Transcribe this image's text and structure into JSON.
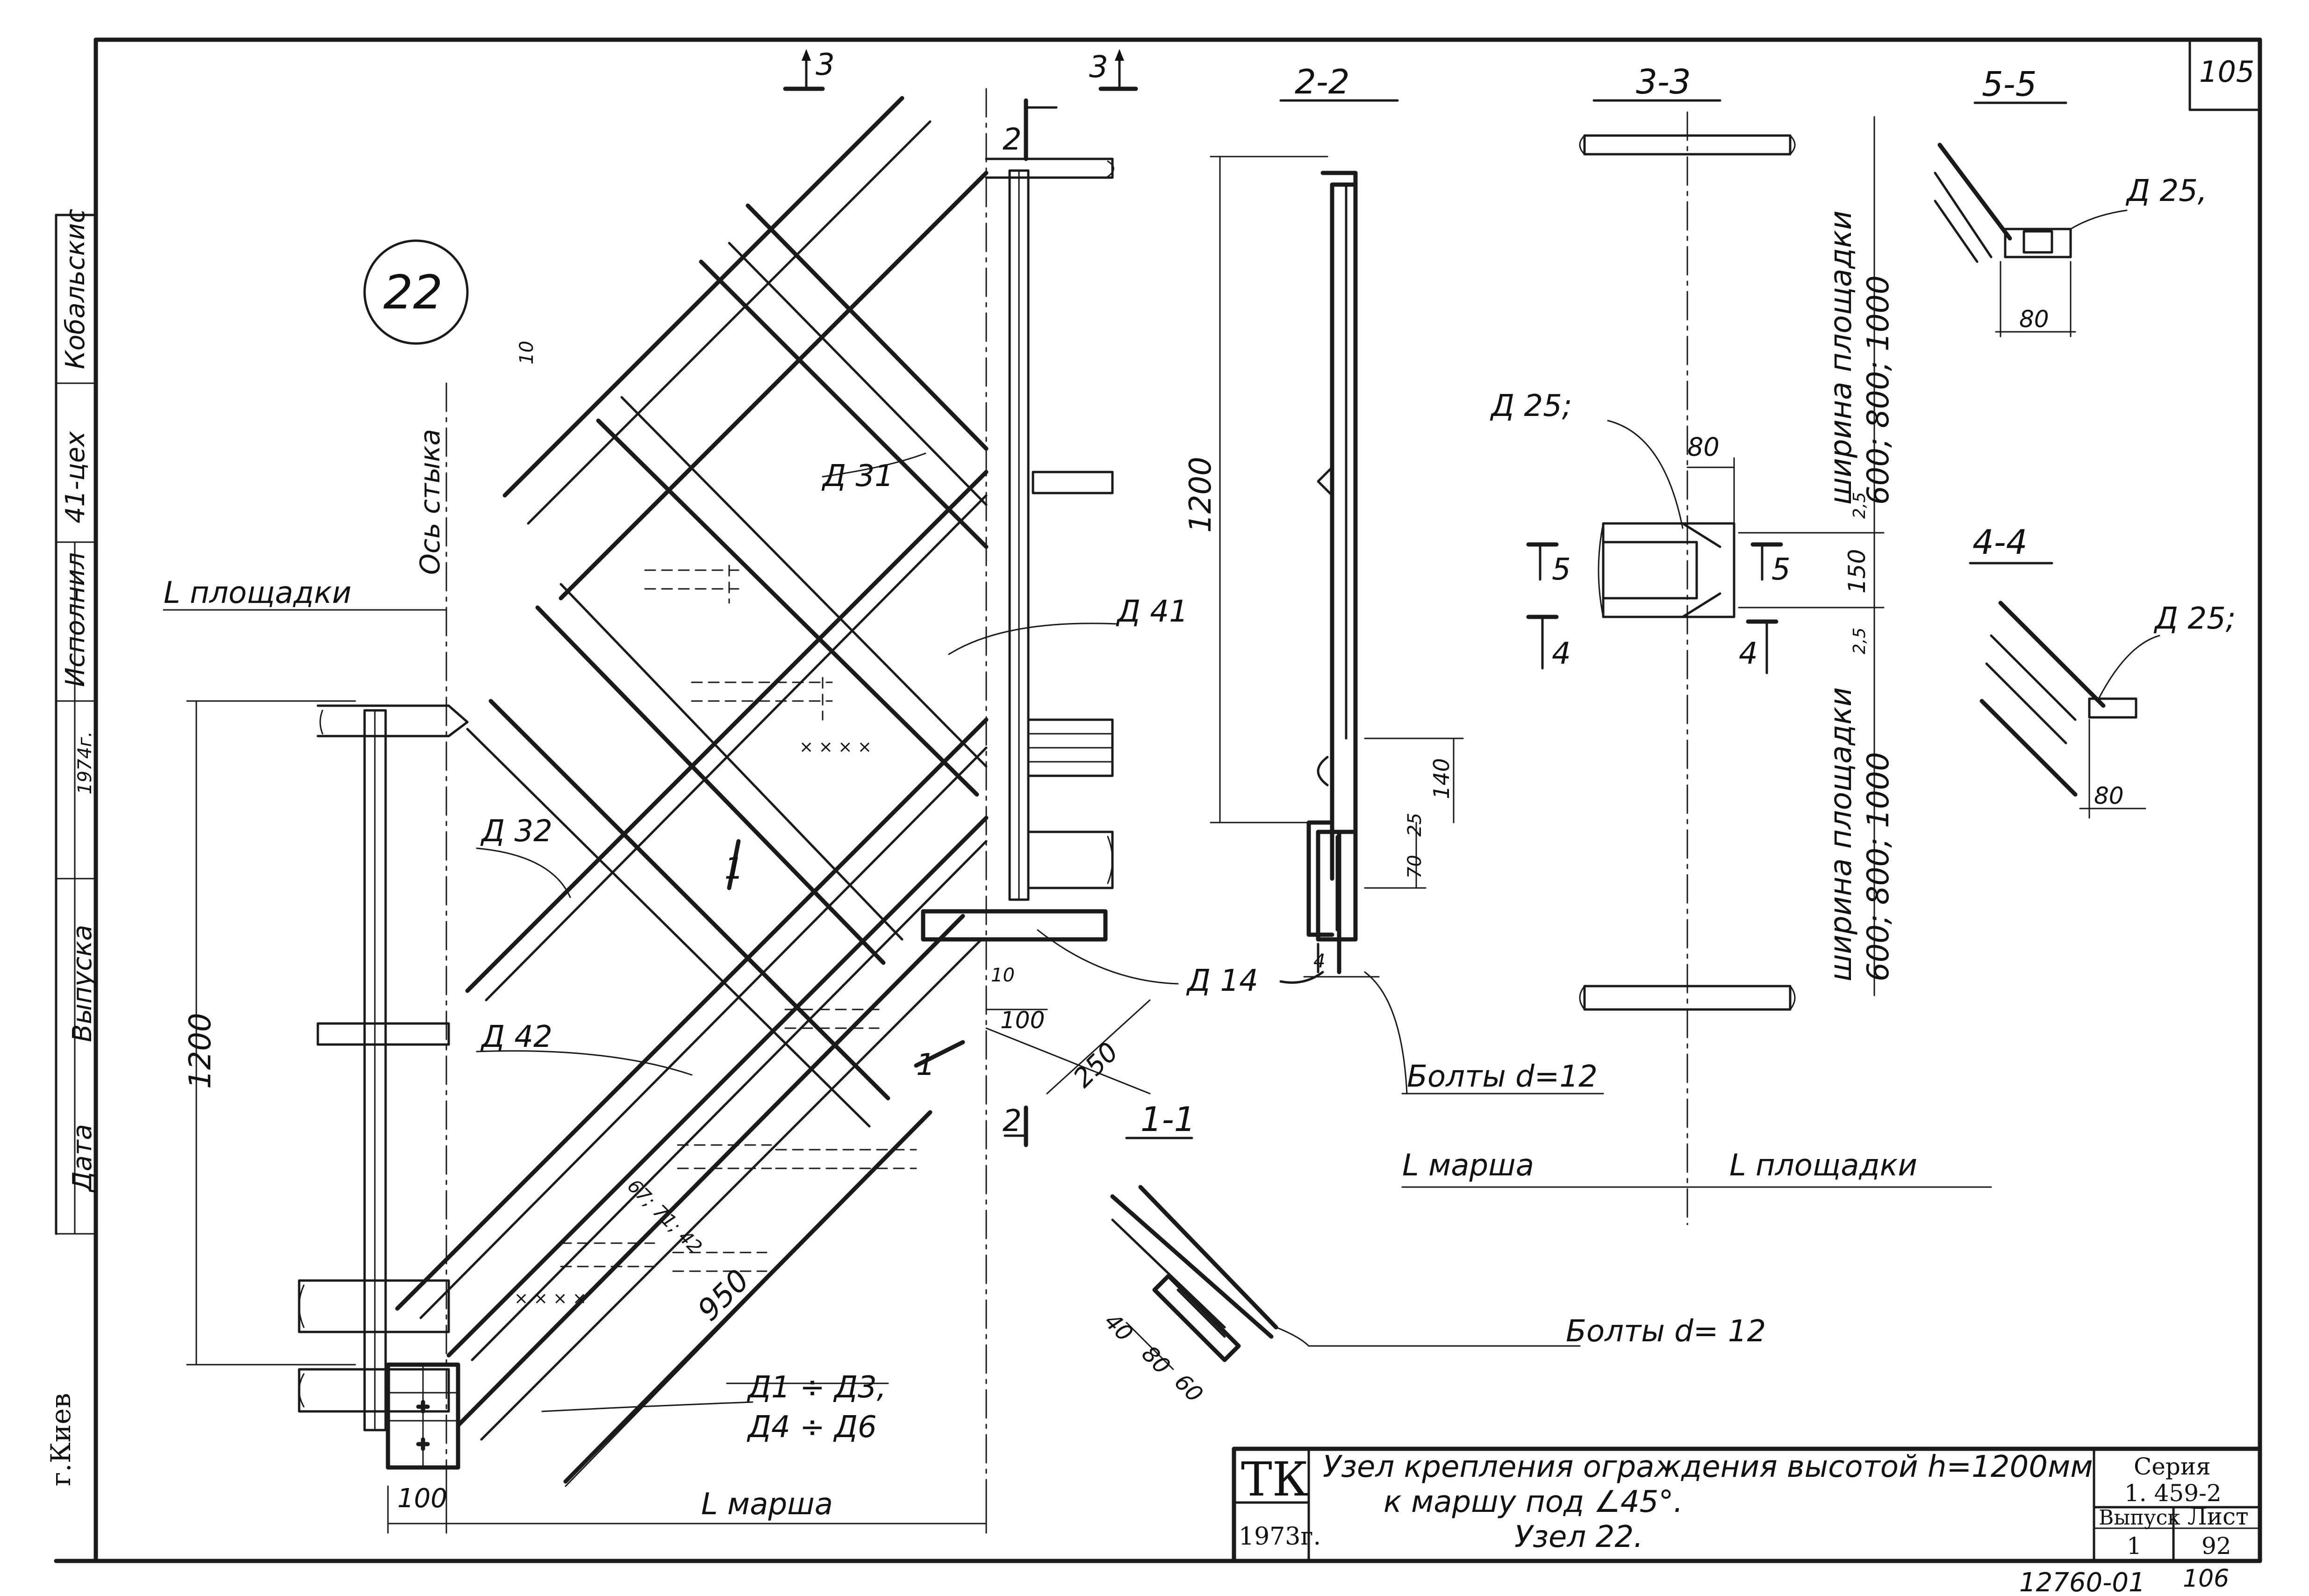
{
  "sheet": {
    "top_number": "105",
    "bottom_number": "12760-01",
    "bottom_number_2": "106",
    "node_number": "22",
    "city": "г.Киев"
  },
  "side_stamp": {
    "author": "Кобальскис",
    "role": "Исполнил",
    "dept": "41-цех",
    "year": "1974г.",
    "date_label": "Дата",
    "issue_label": "Выпуска"
  },
  "main_view": {
    "section_3_left": "3",
    "section_3_right": "3",
    "section_2_top": "2",
    "section_2_bottom": "2",
    "section_1_a": "1",
    "section_1_b": "1",
    "joint_axis_label": "Ось стыка",
    "landing_length": "L площадки",
    "flight_length": "L марша",
    "dim_1200": "1200",
    "dim_950": "950",
    "dim_100_top": "100",
    "dim_250": "250",
    "dim_10_small": "10",
    "dim_10_mid": "10",
    "dim_100_bottom": "100",
    "dim_67_71_42": "67; 71; 42",
    "part_D31": "Д 31",
    "part_D41": "Д 41",
    "part_D32": "Д 32",
    "part_D42": "Д 42",
    "part_D14": "Д 14",
    "part_D1_D3": "Д1 ÷ Д3,",
    "part_D4_D6": "Д4 ÷ Д6"
  },
  "section_2_2": {
    "title": "2-2",
    "dim_1200": "1200",
    "dim_140": "140",
    "dim_25": "25",
    "dim_70": "70",
    "dim_4": "4",
    "bolts": "Болты d=12"
  },
  "section_3_3": {
    "title": "3-3",
    "part": "Д 25;",
    "dim_80": "80",
    "dim_2_5_top": "2,5",
    "dim_150": "150",
    "dim_2_5_bottom": "2,5",
    "width_top_1": "ширина площадки",
    "width_top_2": "600; 800; 1000",
    "width_bottom_1": "ширина площадки",
    "width_bottom_2": "600; 800; 1000",
    "mark_5": "5",
    "mark_4": "4",
    "flight_length": "L марша",
    "landing_length": "L площадки"
  },
  "section_5_5": {
    "title": "5-5",
    "part": "Д 25,",
    "dim_80": "80"
  },
  "section_4_4": {
    "title": "4-4",
    "part": "Д 25;",
    "dim_80": "80"
  },
  "section_1_1": {
    "title": "1-1",
    "dim_40": "40",
    "dim_80": "80",
    "dim_60": "60",
    "bolts": "Болты d= 12"
  },
  "title_block": {
    "logo": "ТК",
    "year": "1973г.",
    "line1": "Узел крепления ограждения высотой h=1200мм",
    "line2": "к маршу под ∠45°.",
    "line3": "Узел 22.",
    "series_label": "Серия",
    "series_value": "1. 459-2",
    "issue_label": "Выпуск",
    "issue_value": "1",
    "sheet_label": "Лист",
    "sheet_value": "92"
  }
}
